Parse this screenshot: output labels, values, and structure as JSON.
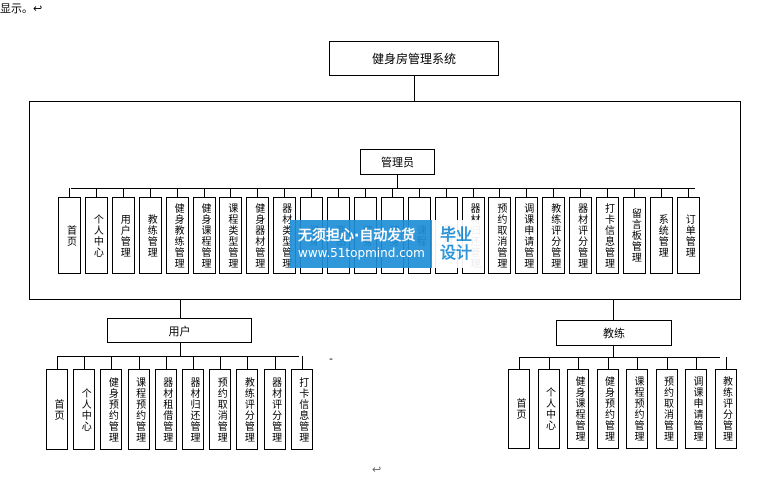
{
  "header_fragment": "显示。↩",
  "root": "健身房管理系统",
  "admin": {
    "label": "管理员",
    "children": [
      "首页",
      "个人中心",
      "用户管理",
      "教练管理",
      "健身教练管理",
      "健身课程管理",
      "课程类型管理",
      "健身器材管理",
      "器材类型管理",
      "健身",
      "商品",
      "健身",
      "健身",
      "课程",
      "器材",
      "器材归还管理",
      "预约取消管理",
      "调课申请管理",
      "教练评分管理",
      "器材评分管理",
      "打卡信息管理",
      "留言板管理",
      "系统管理",
      "订单管理"
    ]
  },
  "user": {
    "label": "用户",
    "children": [
      "首页",
      "个人中心",
      "健身预约管理",
      "课程预约管理",
      "器材租借管理",
      "器材归还管理",
      "预约取消管理",
      "教练评分管理",
      "器材评分管理",
      "打卡信息管理"
    ]
  },
  "coach": {
    "label": "教练",
    "children": [
      "首页",
      "个人中心",
      "健身课程管理",
      "健身预约管理",
      "课程预约管理",
      "预约取消管理",
      "调课申请管理",
      "教练评分管理"
    ]
  },
  "watermark": {
    "line1": "无须担心·自动发货",
    "line2": "www.51topmind.com",
    "badge_line1": "毕业",
    "badge_line2": "设计",
    "color": "#1f8fd8"
  },
  "stray_dash": "-",
  "return_mark": "↩"
}
